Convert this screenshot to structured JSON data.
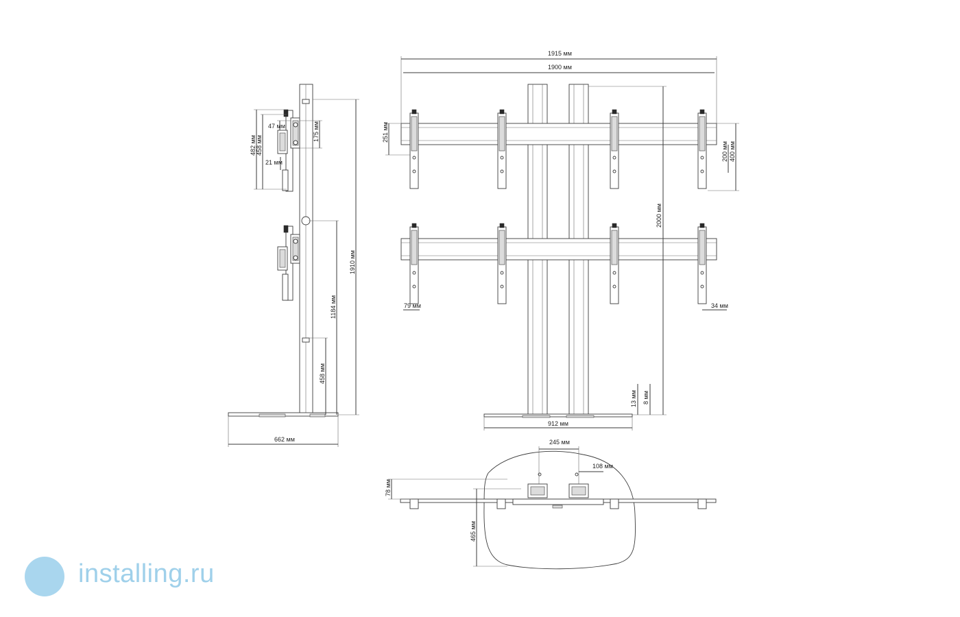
{
  "drawing": {
    "side_view": {
      "labels": {
        "d47": "47 мм",
        "d482": "482 мм",
        "d458a": "458 мм",
        "d175": "175 мм",
        "d21": "21 мм",
        "d1910": "1910 мм",
        "d1184": "1184 мм",
        "d458b": "458 мм",
        "d662": "662 мм"
      }
    },
    "front_view": {
      "labels": {
        "d1915": "1915 мм",
        "d1900": "1900 мм",
        "d251": "251 мм",
        "d200": "200 мм",
        "d400": "400 мм",
        "d2000": "2000 мм",
        "d79": "79 мм",
        "d34": "34 мм",
        "d13": "13 мм",
        "d8": "8 мм",
        "d912": "912 мм"
      }
    },
    "top_view": {
      "labels": {
        "d245": "245 мм",
        "d108": "108 мм",
        "d78": "78 мм",
        "d465": "465 мм"
      }
    }
  },
  "watermark": {
    "text": "installing.ru"
  },
  "colors": {
    "line": "#3a3a3a",
    "watermark": "#9fd0ea"
  }
}
